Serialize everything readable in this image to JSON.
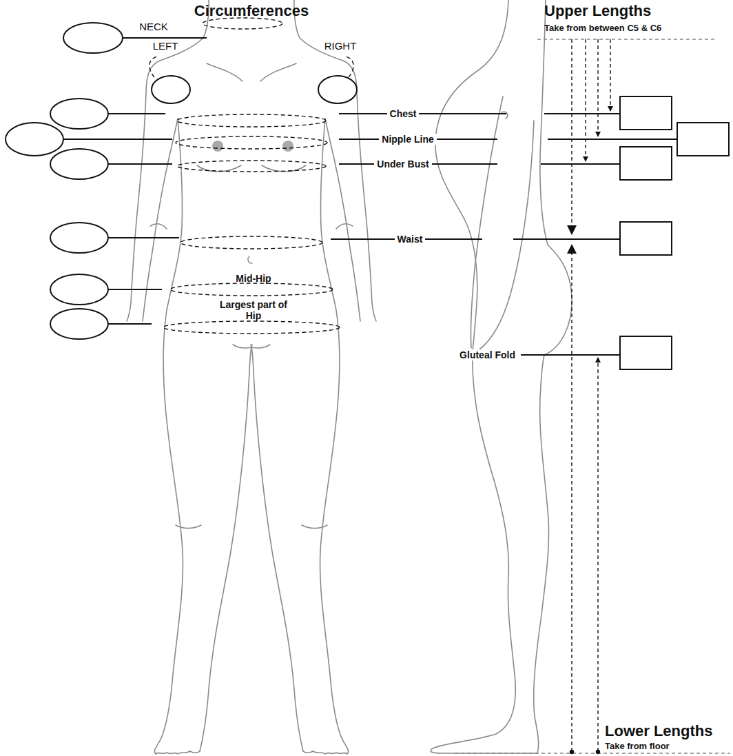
{
  "diagram": {
    "title": "Circumferences",
    "labels": [
      "NECK",
      "LEFT",
      "RIGHT",
      "Chest",
      "Nipple Line",
      "Under Bust",
      "Waist",
      "Mid-Hip",
      "Largest part of Hip",
      "Upper Lengths",
      "Take from between C5 & C6",
      "Gluteal Fold",
      "Lower Lengths",
      "Take from floor"
    ]
  }
}
